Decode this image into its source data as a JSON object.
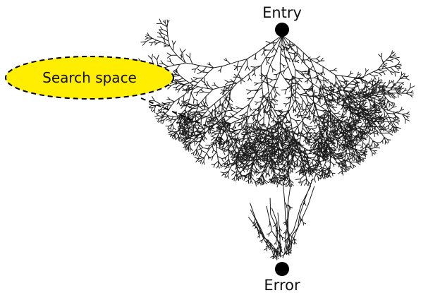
{
  "nodes": {
    "entry": {
      "label": "Entry"
    },
    "error": {
      "label": "Error"
    }
  },
  "callout": {
    "label": "Search space",
    "fill_color": "#ffee00"
  },
  "colors": {
    "tree_stroke": "#1a1a1a",
    "node_fill": "#000000"
  }
}
